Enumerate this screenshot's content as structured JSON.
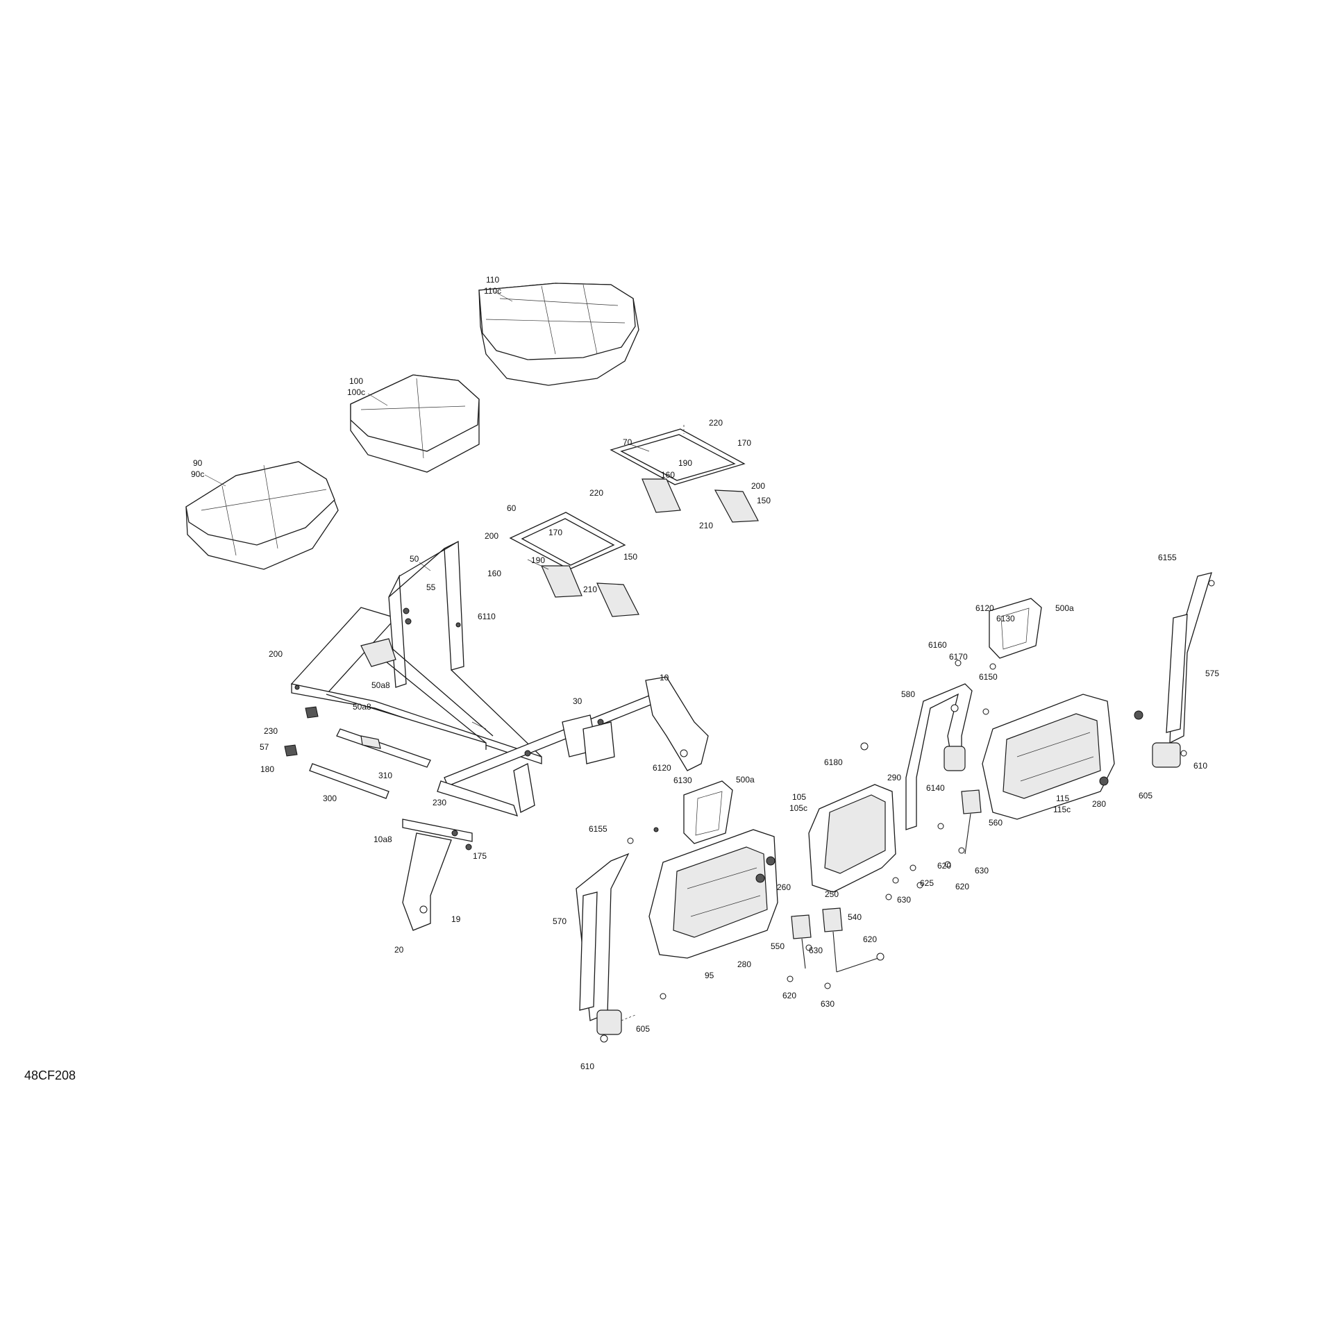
{
  "drawing_code": "48CF208",
  "callouts": {
    "c110": "110",
    "c110c": "110c",
    "c100": "100",
    "c100c": "100c",
    "c90": "90",
    "c90c": "90c",
    "c220a": "220",
    "c170a": "170",
    "c70": "70",
    "c190a": "190",
    "c160a": "160",
    "c200a": "200",
    "c150a": "150",
    "c210a": "210",
    "c220b": "220",
    "c60": "60",
    "c200b": "200",
    "c170b": "170",
    "c190b": "190",
    "c160b": "160",
    "c150b": "150",
    "c210b": "210",
    "c50": "50",
    "c55": "55",
    "c6110": "6110",
    "c200c": "200",
    "c50a8a": "50a8",
    "c50a8b": "50a8",
    "c10": "10",
    "c30": "30",
    "c230a": "230",
    "c57": "57",
    "c180": "180",
    "c310": "310",
    "c300": "300",
    "c230b": "230",
    "c10a8": "10a8",
    "c175": "175",
    "c19": "19",
    "c20": "20",
    "c6120a": "6120",
    "c6130a": "6130",
    "c500aa": "500a",
    "c6155a": "6155",
    "c570": "570",
    "c95": "95",
    "c280a": "280",
    "c605a": "605",
    "c610a": "610",
    "c550": "550",
    "c620a": "620",
    "c630a": "630",
    "c540": "540",
    "c620b": "620",
    "c630b": "630",
    "c260": "260",
    "c250": "250",
    "c105": "105",
    "c105c": "105c",
    "c6180": "6180",
    "c290": "290",
    "c580": "580",
    "c6160": "6160",
    "c6170": "6170",
    "c6150": "6150",
    "c6140": "6140",
    "c625": "625",
    "c620c": "620",
    "c630c": "630",
    "c560": "560",
    "c630d": "630",
    "c620d": "620",
    "c6120b": "6120",
    "c6130b": "6130",
    "c500ab": "500a",
    "c115": "115",
    "c115c": "115c",
    "c280b": "280",
    "c6155b": "6155",
    "c575": "575",
    "c610b": "610",
    "c605b": "605"
  }
}
